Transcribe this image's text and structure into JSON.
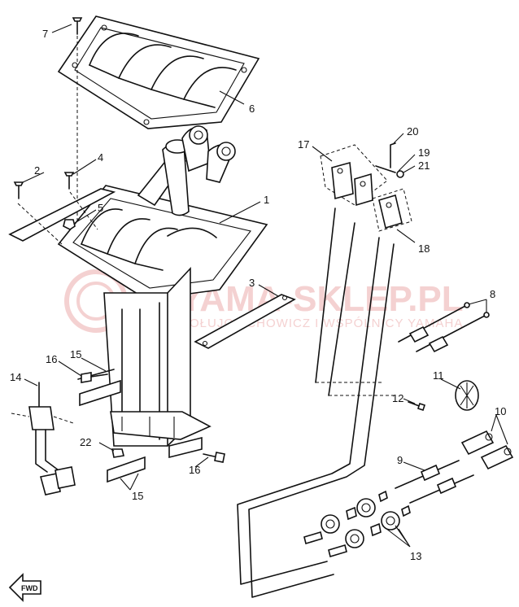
{
  "diagram": {
    "watermark": {
      "main": "YAMA-SKLEP.PL",
      "sub": "KOŁUJCIECHOWICZ I WSPÓLNICY YAMAHA"
    },
    "direction_badge": "FWD",
    "callouts": [
      "1",
      "2",
      "3",
      "4",
      "5",
      "6",
      "7",
      "8",
      "9",
      "10",
      "11",
      "12",
      "13",
      "14",
      "15",
      "15",
      "16",
      "16",
      "17",
      "18",
      "19",
      "20",
      "21",
      "22"
    ]
  }
}
